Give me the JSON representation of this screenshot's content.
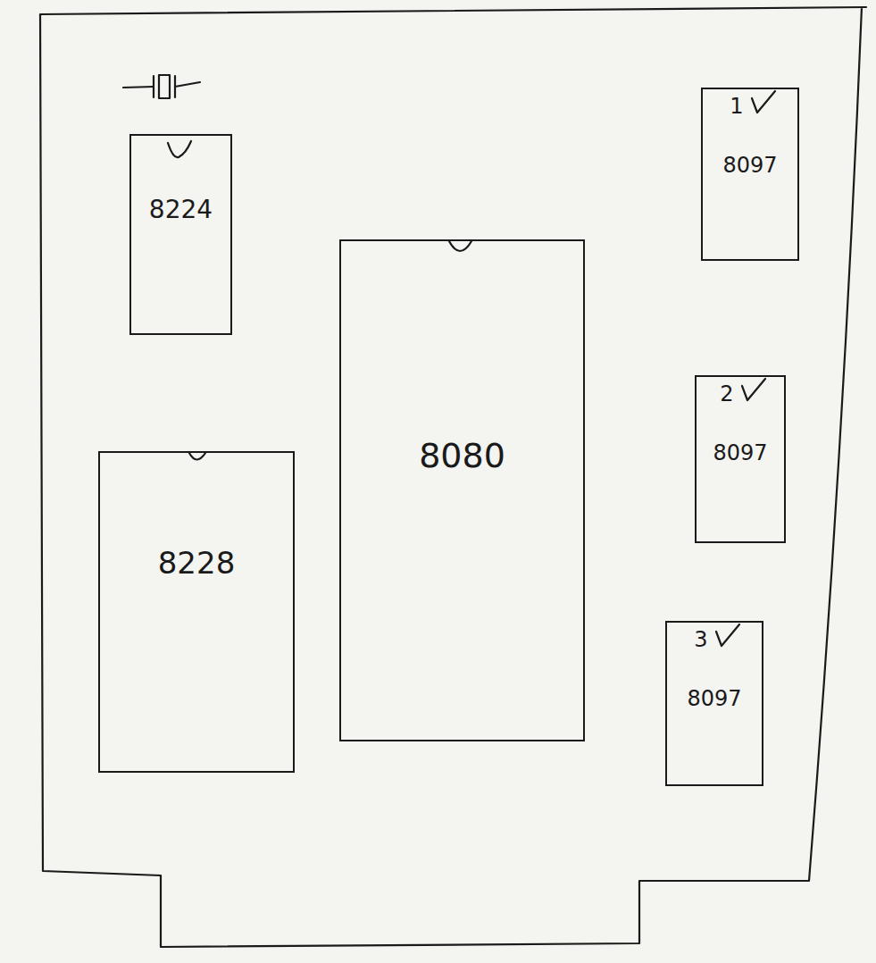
{
  "diagram": {
    "nodes": [
      {
        "text": [
          "8224"
        ]
      },
      {
        "text": [
          "1",
          "8097"
        ]
      },
      {
        "text": [
          "8080"
        ]
      },
      {
        "text": [
          "2",
          "8097"
        ]
      },
      {
        "text": [
          "8228"
        ]
      },
      {
        "text": [
          "3",
          "8097"
        ]
      }
    ]
  }
}
